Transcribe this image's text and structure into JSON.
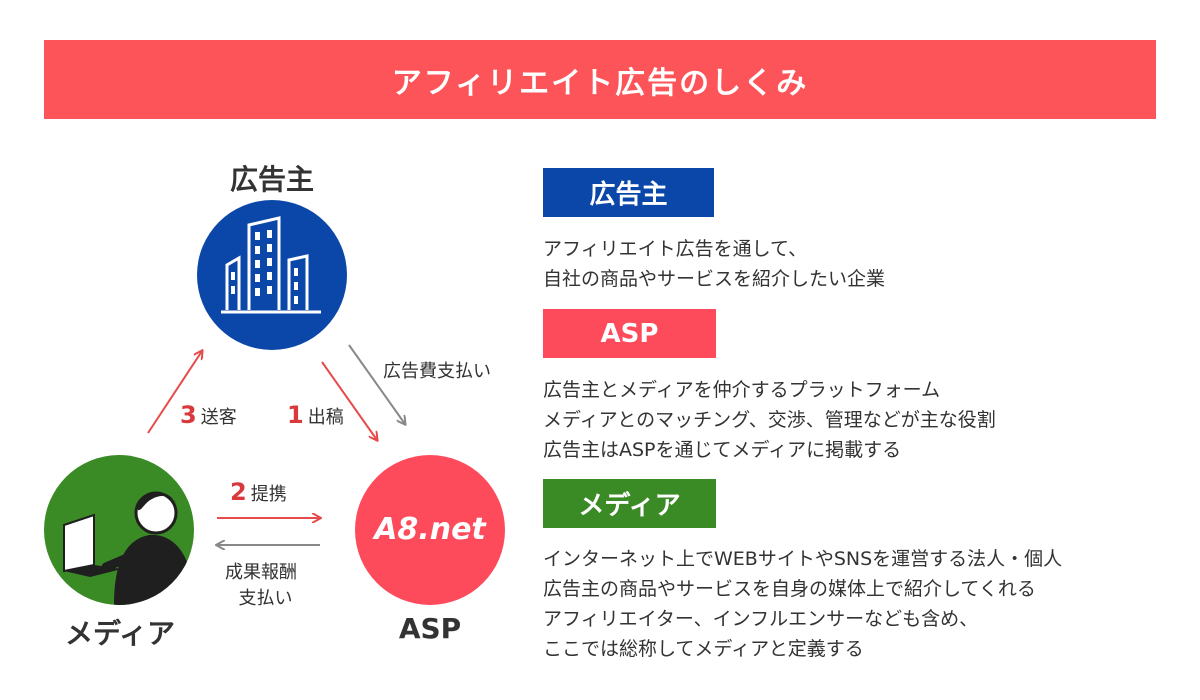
{
  "title": "アフィリエイト広告のしくみ",
  "nodes": {
    "advertiser": "広告主",
    "media": "メディア",
    "asp": "ASP",
    "asp_logo": "A8.net"
  },
  "flows": {
    "ad_fee": "広告費支払い",
    "step1_num": "1",
    "step1_label": "出稿",
    "step2_num": "2",
    "step2_label": "提携",
    "step3_num": "3",
    "step3_label": "送客",
    "reward_line1": "成果報酬",
    "reward_line2": "支払い"
  },
  "sections": {
    "advertiser": {
      "heading": "広告主",
      "lines": [
        "アフィリエイト広告を通して、",
        "自社の商品やサービスを紹介したい企業"
      ]
    },
    "asp": {
      "heading": "ASP",
      "lines": [
        "広告主とメディアを仲介するプラットフォーム",
        "メディアとのマッチング、交渉、管理などが主な役割",
        "広告主はASPを通じてメディアに掲載する"
      ]
    },
    "media": {
      "heading": "メディア",
      "lines": [
        "インターネット上でWEBサイトやSNSを運営する法人・個人",
        "広告主の商品やサービスを自身の媒体上で紹介してくれる",
        "アフィリエイター、インフルエンサーなども含め、",
        "ここでは総称してメディアと定義する"
      ]
    }
  },
  "colors": {
    "banner": "#fd5459",
    "advertiser": "#0b47a8",
    "asp": "#fd4b5c",
    "media": "#3a8a26",
    "red_arrow": "#e74a4a",
    "gray_arrow": "#888888"
  }
}
